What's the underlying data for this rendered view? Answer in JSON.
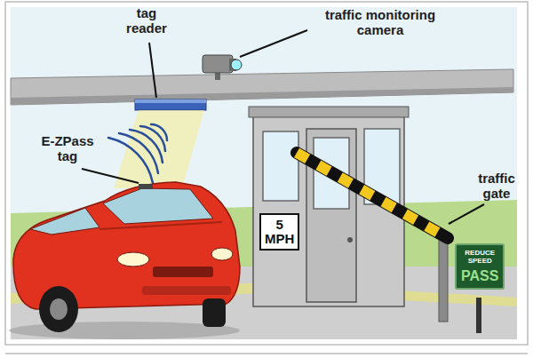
{
  "diagram": {
    "nodes": [
      {
        "text": [
          "5 MPH"
        ]
      },
      {
        "text": [
          "REDUCE SPEED",
          "PASS"
        ]
      }
    ],
    "labels": [
      "tag reader",
      "traffic monitoring camera",
      "E-ZPass tag",
      "traffic gate"
    ]
  }
}
